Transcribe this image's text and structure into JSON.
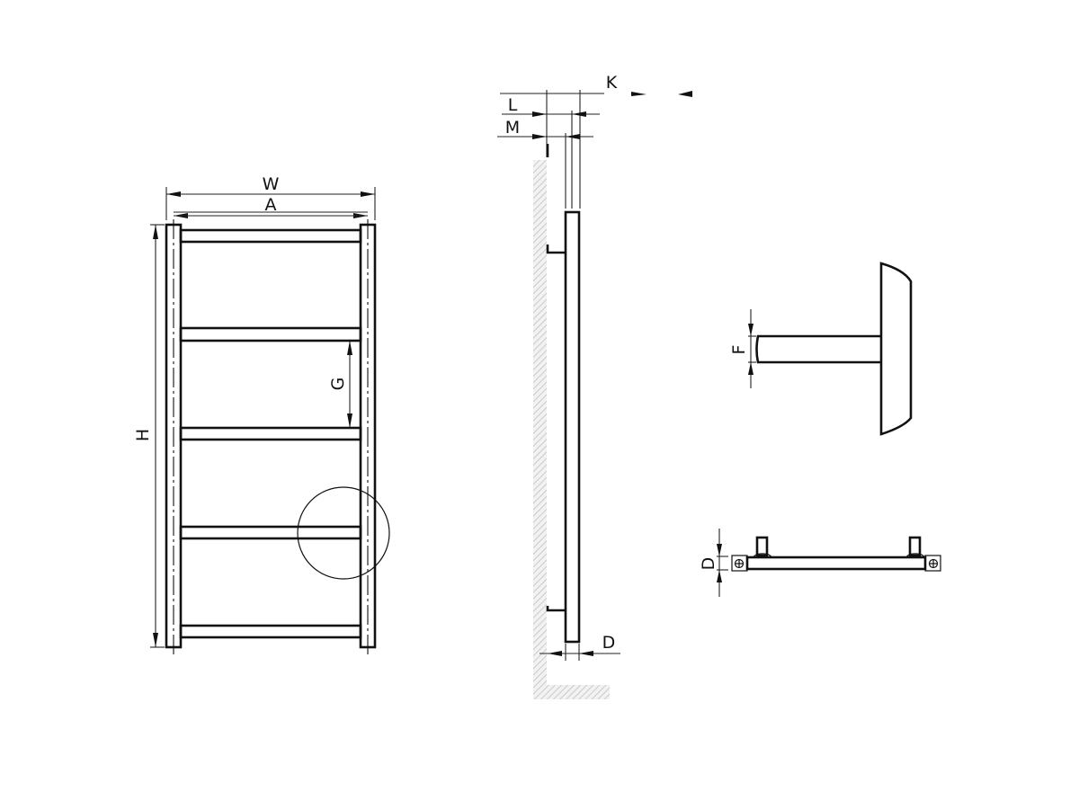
{
  "drawing": {
    "type": "technical drawing — ladder towel radiator dimensions",
    "views": {
      "front": {
        "labels": {
          "width": "W",
          "axis_width": "A",
          "height": "H",
          "rail_gap": "G"
        },
        "rails": 5,
        "detail_circle": true
      },
      "side": {
        "labels": {
          "top": "K",
          "offset_l": "L",
          "offset_m": "M",
          "depth": "D"
        }
      },
      "bracket_detail": {
        "labels": {
          "pipe_diameter": "F"
        }
      },
      "bottom_view": {
        "labels": {
          "depth": "D"
        }
      }
    },
    "colors": {
      "line": "#111111",
      "hatch": "#bbbbbb",
      "background": "#ffffff"
    }
  }
}
